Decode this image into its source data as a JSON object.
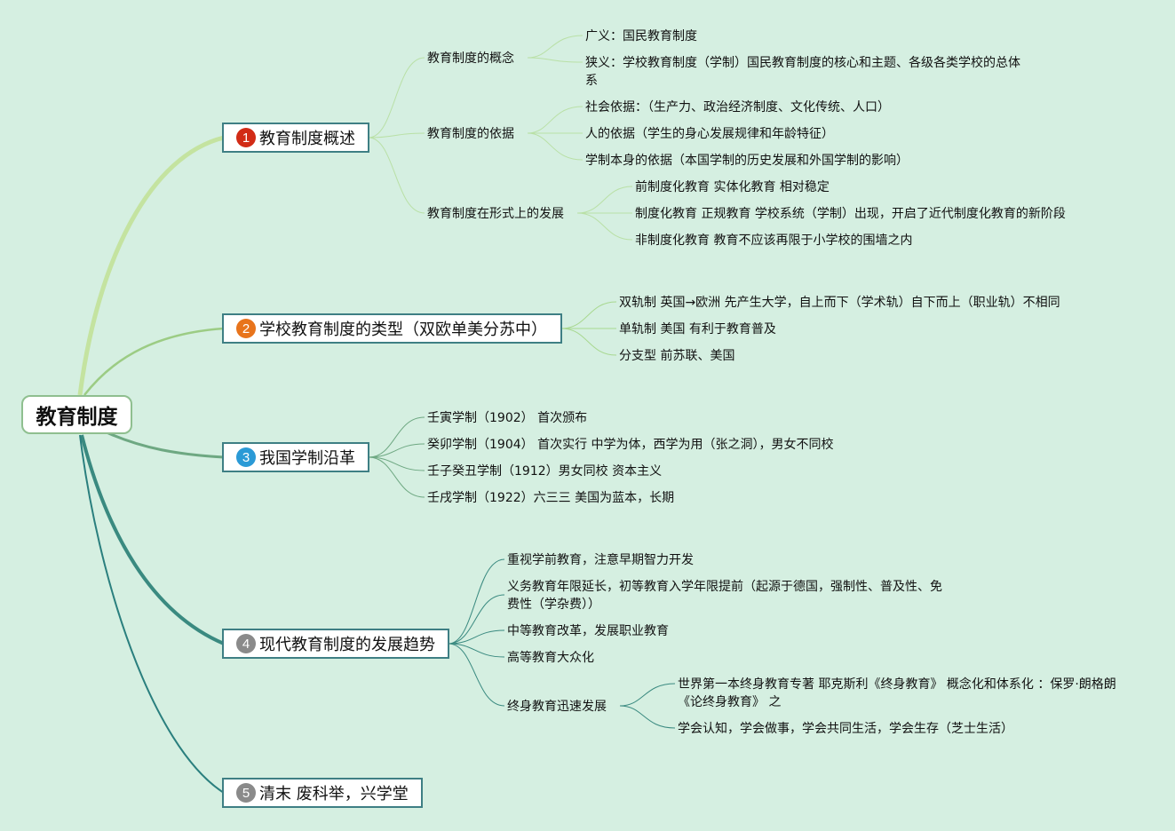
{
  "root": "教育制度",
  "colors": {
    "b1": "#d22b16",
    "b2": "#e8741c",
    "b3": "#2b9ad6",
    "b4": "#8a8a8a",
    "b5": "#8a8a8a"
  },
  "topics": [
    {
      "num": "1",
      "label": "教育制度概述",
      "subs": [
        {
          "label": "教育制度的概念",
          "items": [
            "广义：国民教育制度",
            "狭义：学校教育制度（学制）国民教育制度的核心和主题、各级各类学校的总体系"
          ]
        },
        {
          "label": "教育制度的依据",
          "items": [
            "社会依据：（生产力、政治经济制度、文化传统、人口）",
            "人的依据（学生的身心发展规律和年龄特征）",
            "学制本身的依据（本国学制的历史发展和外国学制的影响）"
          ]
        },
        {
          "label": "教育制度在形式上的发展",
          "items": [
            "前制度化教育 实体化教育 相对稳定",
            "制度化教育 正规教育 学校系统（学制）出现，开启了近代制度化教育的新阶段",
            "非制度化教育 教育不应该再限于小学校的围墙之内"
          ]
        }
      ]
    },
    {
      "num": "2",
      "label": "学校教育制度的类型（双欧单美分苏中）",
      "items": [
        "双轨制 英国→欧洲 先产生大学，自上而下（学术轨）自下而上（职业轨）不相同",
        "单轨制 美国 有利于教育普及",
        "分支型 前苏联、美国"
      ]
    },
    {
      "num": "3",
      "label": "我国学制沿革",
      "items": [
        "壬寅学制（1902） 首次颁布",
        "癸卯学制（1904） 首次实行 中学为体，西学为用（张之洞），男女不同校",
        "壬子癸丑学制（1912）男女同校 资本主义",
        "壬戌学制（1922）六三三 美国为蓝本，长期"
      ]
    },
    {
      "num": "4",
      "label": "现代教育制度的发展趋势",
      "items": [
        "重视学前教育，注意早期智力开发",
        "义务教育年限延长，初等教育入学年限提前（起源于德国，强制性、普及性、免费性（学杂费））",
        "中等教育改革，发展职业教育",
        "高等教育大众化"
      ],
      "lifelong": {
        "label": "终身教育迅速发展",
        "items": [
          "世界第一本终身教育专著 耶克斯利《终身教育》 概念化和体系化 ：保罗·朗格朗《论终身教育》 之",
          "学会认知，学会做事，学会共同生活，学会生存（芝士生活）"
        ]
      }
    },
    {
      "num": "5",
      "label": "清末 废科举，兴学堂"
    }
  ]
}
